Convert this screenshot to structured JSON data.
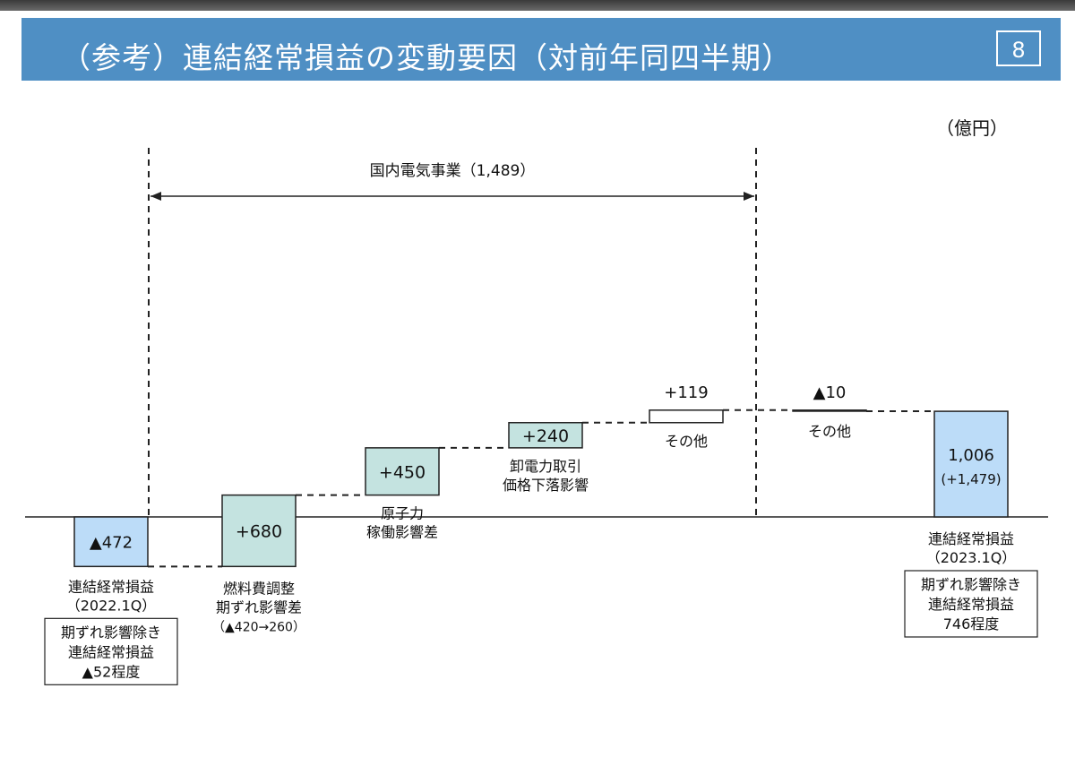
{
  "header": {
    "title": "（参考）連結経常損益の変動要因（対前年同四半期）",
    "page_number": "8"
  },
  "colors": {
    "header_bg": "#4f8fc4",
    "endpoint_bar": "#bcdcf8",
    "factor_bar": "#c4e3e0",
    "bar_stroke": "#222222"
  },
  "chart_data": {
    "type": "waterfall",
    "unit": "（億円）",
    "bracket_label": "国内電気事業（1,489）",
    "steps": [
      {
        "kind": "total",
        "value": -472,
        "value_label": "▲472",
        "label_lines": [
          "連結経常損益",
          "（2022.1Q）"
        ],
        "box_lines": [
          "期ずれ影響除き",
          "連結経常損益",
          "▲52程度"
        ]
      },
      {
        "kind": "delta",
        "value": 680,
        "value_label": "+680",
        "label_lines": [
          "燃料費調整",
          "期ずれ影響差",
          "（▲420→260）"
        ]
      },
      {
        "kind": "delta",
        "value": 450,
        "value_label": "+450",
        "label_lines": [
          "原子力",
          "稼働影響差"
        ]
      },
      {
        "kind": "delta",
        "value": 240,
        "value_label": "+240",
        "label_lines": [
          "卸電力取引",
          "価格下落影響"
        ]
      },
      {
        "kind": "delta",
        "value": 119,
        "value_label": "+119",
        "label_lines": [
          "その他"
        ]
      },
      {
        "kind": "delta",
        "value": -10,
        "value_label": "▲10",
        "label_lines": [
          "その他"
        ]
      },
      {
        "kind": "total",
        "value": 1006,
        "value_label": "1,006",
        "sub_label": "(+1,479)",
        "label_lines": [
          "連結経常損益",
          "（2023.1Q）"
        ],
        "box_lines": [
          "期ずれ影響除き",
          "連結経常損益",
          "746程度"
        ]
      }
    ]
  }
}
